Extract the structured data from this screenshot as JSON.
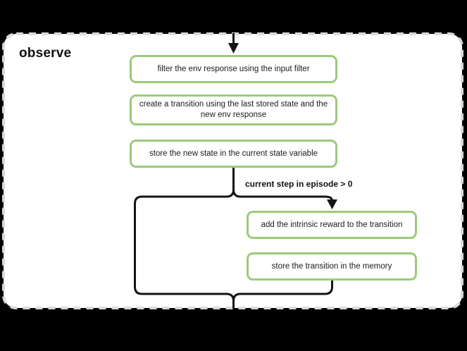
{
  "group": {
    "title": "observe"
  },
  "flow": {
    "nodes": [
      {
        "id": "filter-env-response",
        "label": "filter the env response using the input filter"
      },
      {
        "id": "create-transition",
        "label": "create a transition using the last stored state and the\nnew env response"
      },
      {
        "id": "store-new-state",
        "label": "store the new state in the current state variable"
      },
      {
        "id": "add-intrinsic-reward",
        "label": "add the intrinsic reward to the transition"
      },
      {
        "id": "store-transition",
        "label": "store the transition in the memory"
      }
    ],
    "condition_label": "current step in episode > 0"
  },
  "colors": {
    "background": "#000000",
    "group_fill": "#ffffff",
    "group_border": "#d9d9d9",
    "node_border": "#9bcb7a",
    "node_fill": "#ffffff",
    "edge": "#141414",
    "text": "#111111"
  }
}
